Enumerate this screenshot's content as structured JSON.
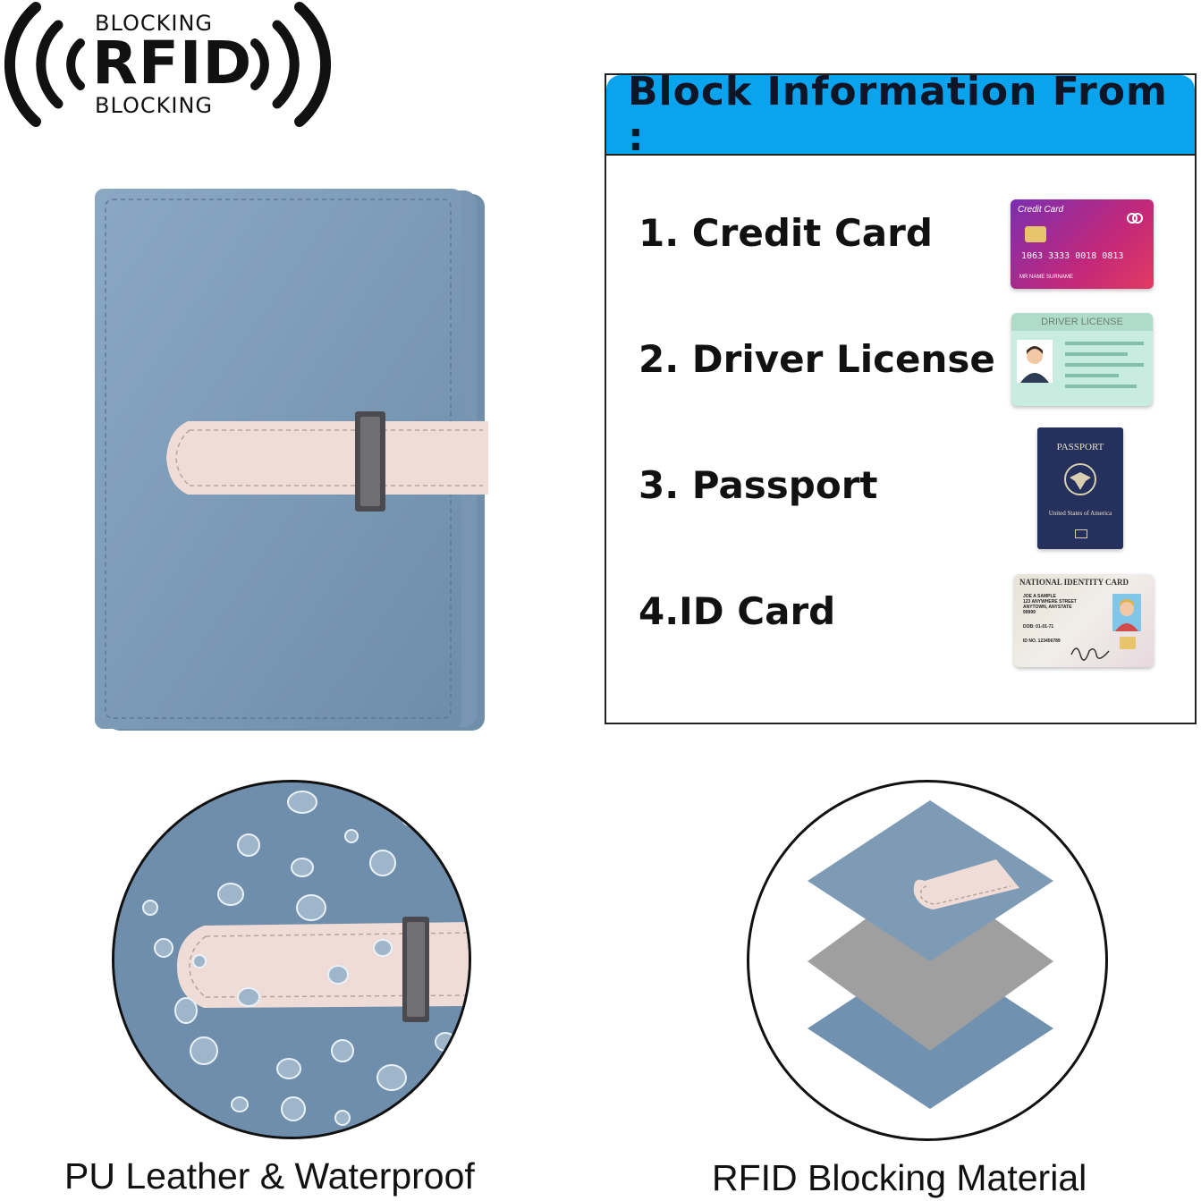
{
  "logo": {
    "top_text": "BLOCKING",
    "main_text": "RFID",
    "bottom_text": "BLOCKING",
    "icon": "rfid-signal-icon"
  },
  "info_panel": {
    "header": "Block Information From :",
    "header_color": "#0aa4ee",
    "items": [
      {
        "label": "1. Credit Card",
        "icon": "credit-card-icon"
      },
      {
        "label": "2. Driver License",
        "icon": "driver-license-icon"
      },
      {
        "label": "3. Passport",
        "icon": "passport-icon"
      },
      {
        "label": "4.ID Card",
        "icon": "id-card-icon"
      }
    ],
    "credit_card": {
      "title": "Credit Card",
      "number": "1063 3333 0018 0813",
      "name": "MR  NAME  SURNAME"
    },
    "driver_license": {
      "title": "DRIVER LICENSE"
    },
    "passport": {
      "title": "PASSPORT",
      "subtitle": "United States of America"
    },
    "id_card": {
      "title": "NATIONAL IDENTITY CARD",
      "lines": [
        "JOE A SAMPLE",
        "123 ANYWHERE STREET",
        "ANYTOWN, ANYSTATE",
        "99999"
      ],
      "dob": "DOB: 01-01-71",
      "id_no": "ID NO. 123456789"
    }
  },
  "product": {
    "wallet_color": "#7b9ab6",
    "strap_color": "#efdcd6"
  },
  "features": [
    {
      "caption": "PU Leather & Waterproof"
    },
    {
      "caption": "RFID Blocking Material"
    }
  ]
}
